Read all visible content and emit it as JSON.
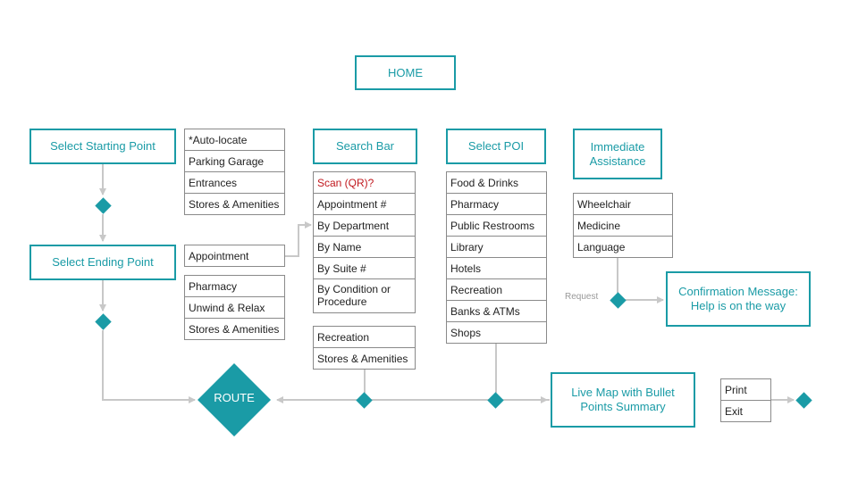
{
  "home": "HOME",
  "start": {
    "title": "Select Starting Point",
    "options": [
      "*Auto-locate",
      "Parking Garage",
      "Entrances",
      "Stores & Amenities"
    ]
  },
  "ending": {
    "title": "Select Ending Point",
    "appointment": "Appointment",
    "options": [
      "Pharmacy",
      "Unwind & Relax",
      "Stores & Amenities"
    ]
  },
  "search": {
    "title": "Search Bar",
    "scan": "Scan (QR)?",
    "options": [
      "Appointment #",
      "By Department",
      "By Name",
      "By Suite #"
    ],
    "condition": "By Condition or Procedure",
    "extra": [
      "Recreation",
      "Stores & Amenities"
    ]
  },
  "poi": {
    "title": "Select POI",
    "options": [
      "Food & Drinks",
      "Pharmacy",
      "Public Restrooms",
      "Library",
      "Hotels",
      "Recreation",
      "Banks & ATMs",
      "Shops"
    ]
  },
  "assist": {
    "title": "Immediate Assistance",
    "options": [
      "Wheelchair",
      "Medicine",
      "Language"
    ],
    "request": "Request",
    "confirmation": "Confirmation Message: Help is on the way"
  },
  "route": "ROUTE",
  "live": {
    "title": "Live Map with Bullet Points Summary",
    "options": [
      "Print",
      "Exit"
    ]
  },
  "colors": {
    "accent": "#1a9ba6",
    "line": "#c8c8c8",
    "highlight": "#c0181e"
  }
}
